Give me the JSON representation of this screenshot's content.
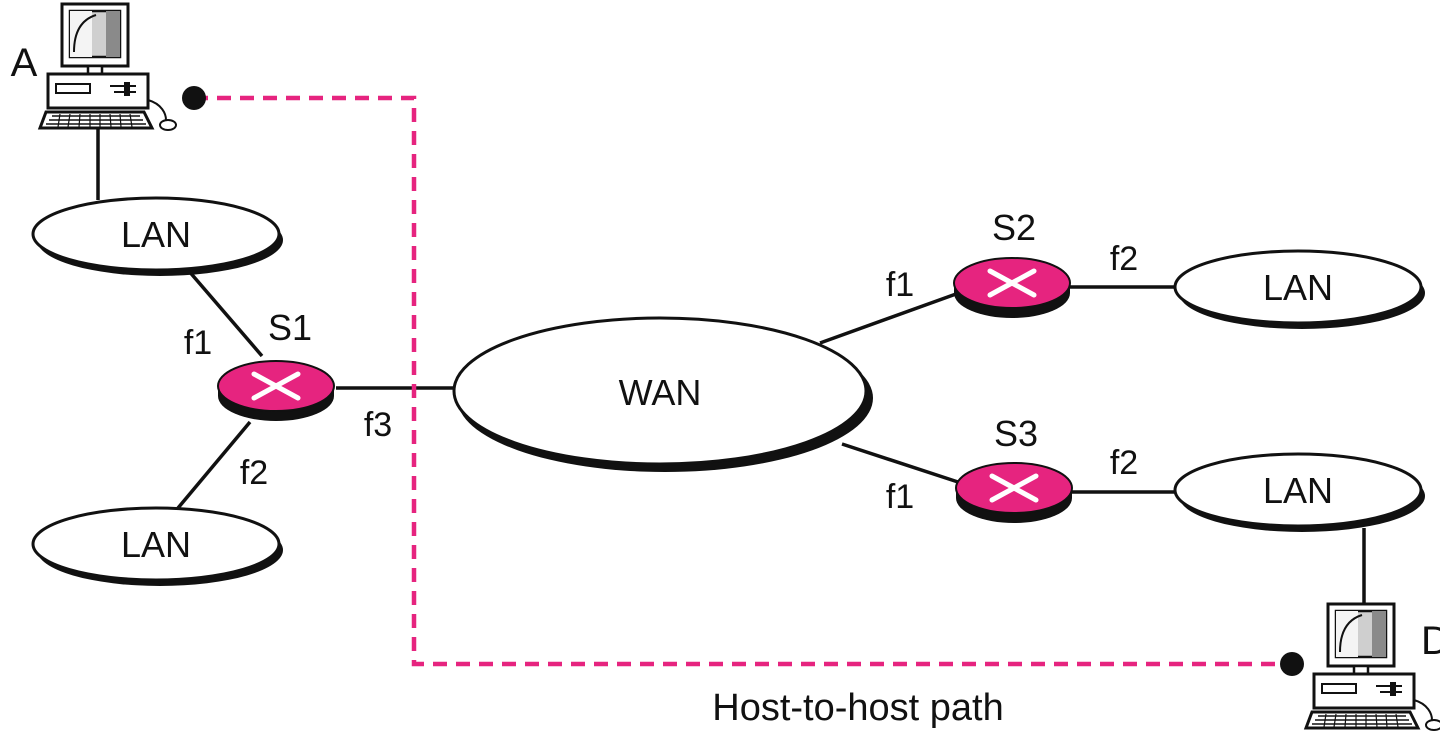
{
  "colors": {
    "switch": "#e6247f",
    "switch_shadow": "#111111",
    "switch_cross": "#ffffff",
    "path": "#e6247f",
    "line": "#111111"
  },
  "networks": {
    "lan_a": "LAN",
    "lan_s1_f2": "LAN",
    "wan": "WAN",
    "lan_s2": "LAN",
    "lan_s3": "LAN"
  },
  "switches": {
    "s1": {
      "label": "S1",
      "ports": {
        "f1": "f1",
        "f2": "f2",
        "f3": "f3"
      }
    },
    "s2": {
      "label": "S2",
      "ports": {
        "f1": "f1",
        "f2": "f2"
      }
    },
    "s3": {
      "label": "S3",
      "ports": {
        "f1": "f1",
        "f2": "f2"
      }
    }
  },
  "hosts": {
    "a": {
      "label": "A",
      "icon": "desktop-computer-icon"
    },
    "d": {
      "label": "D",
      "icon": "desktop-computer-icon"
    }
  },
  "path": {
    "label": "Host-to-host path"
  }
}
